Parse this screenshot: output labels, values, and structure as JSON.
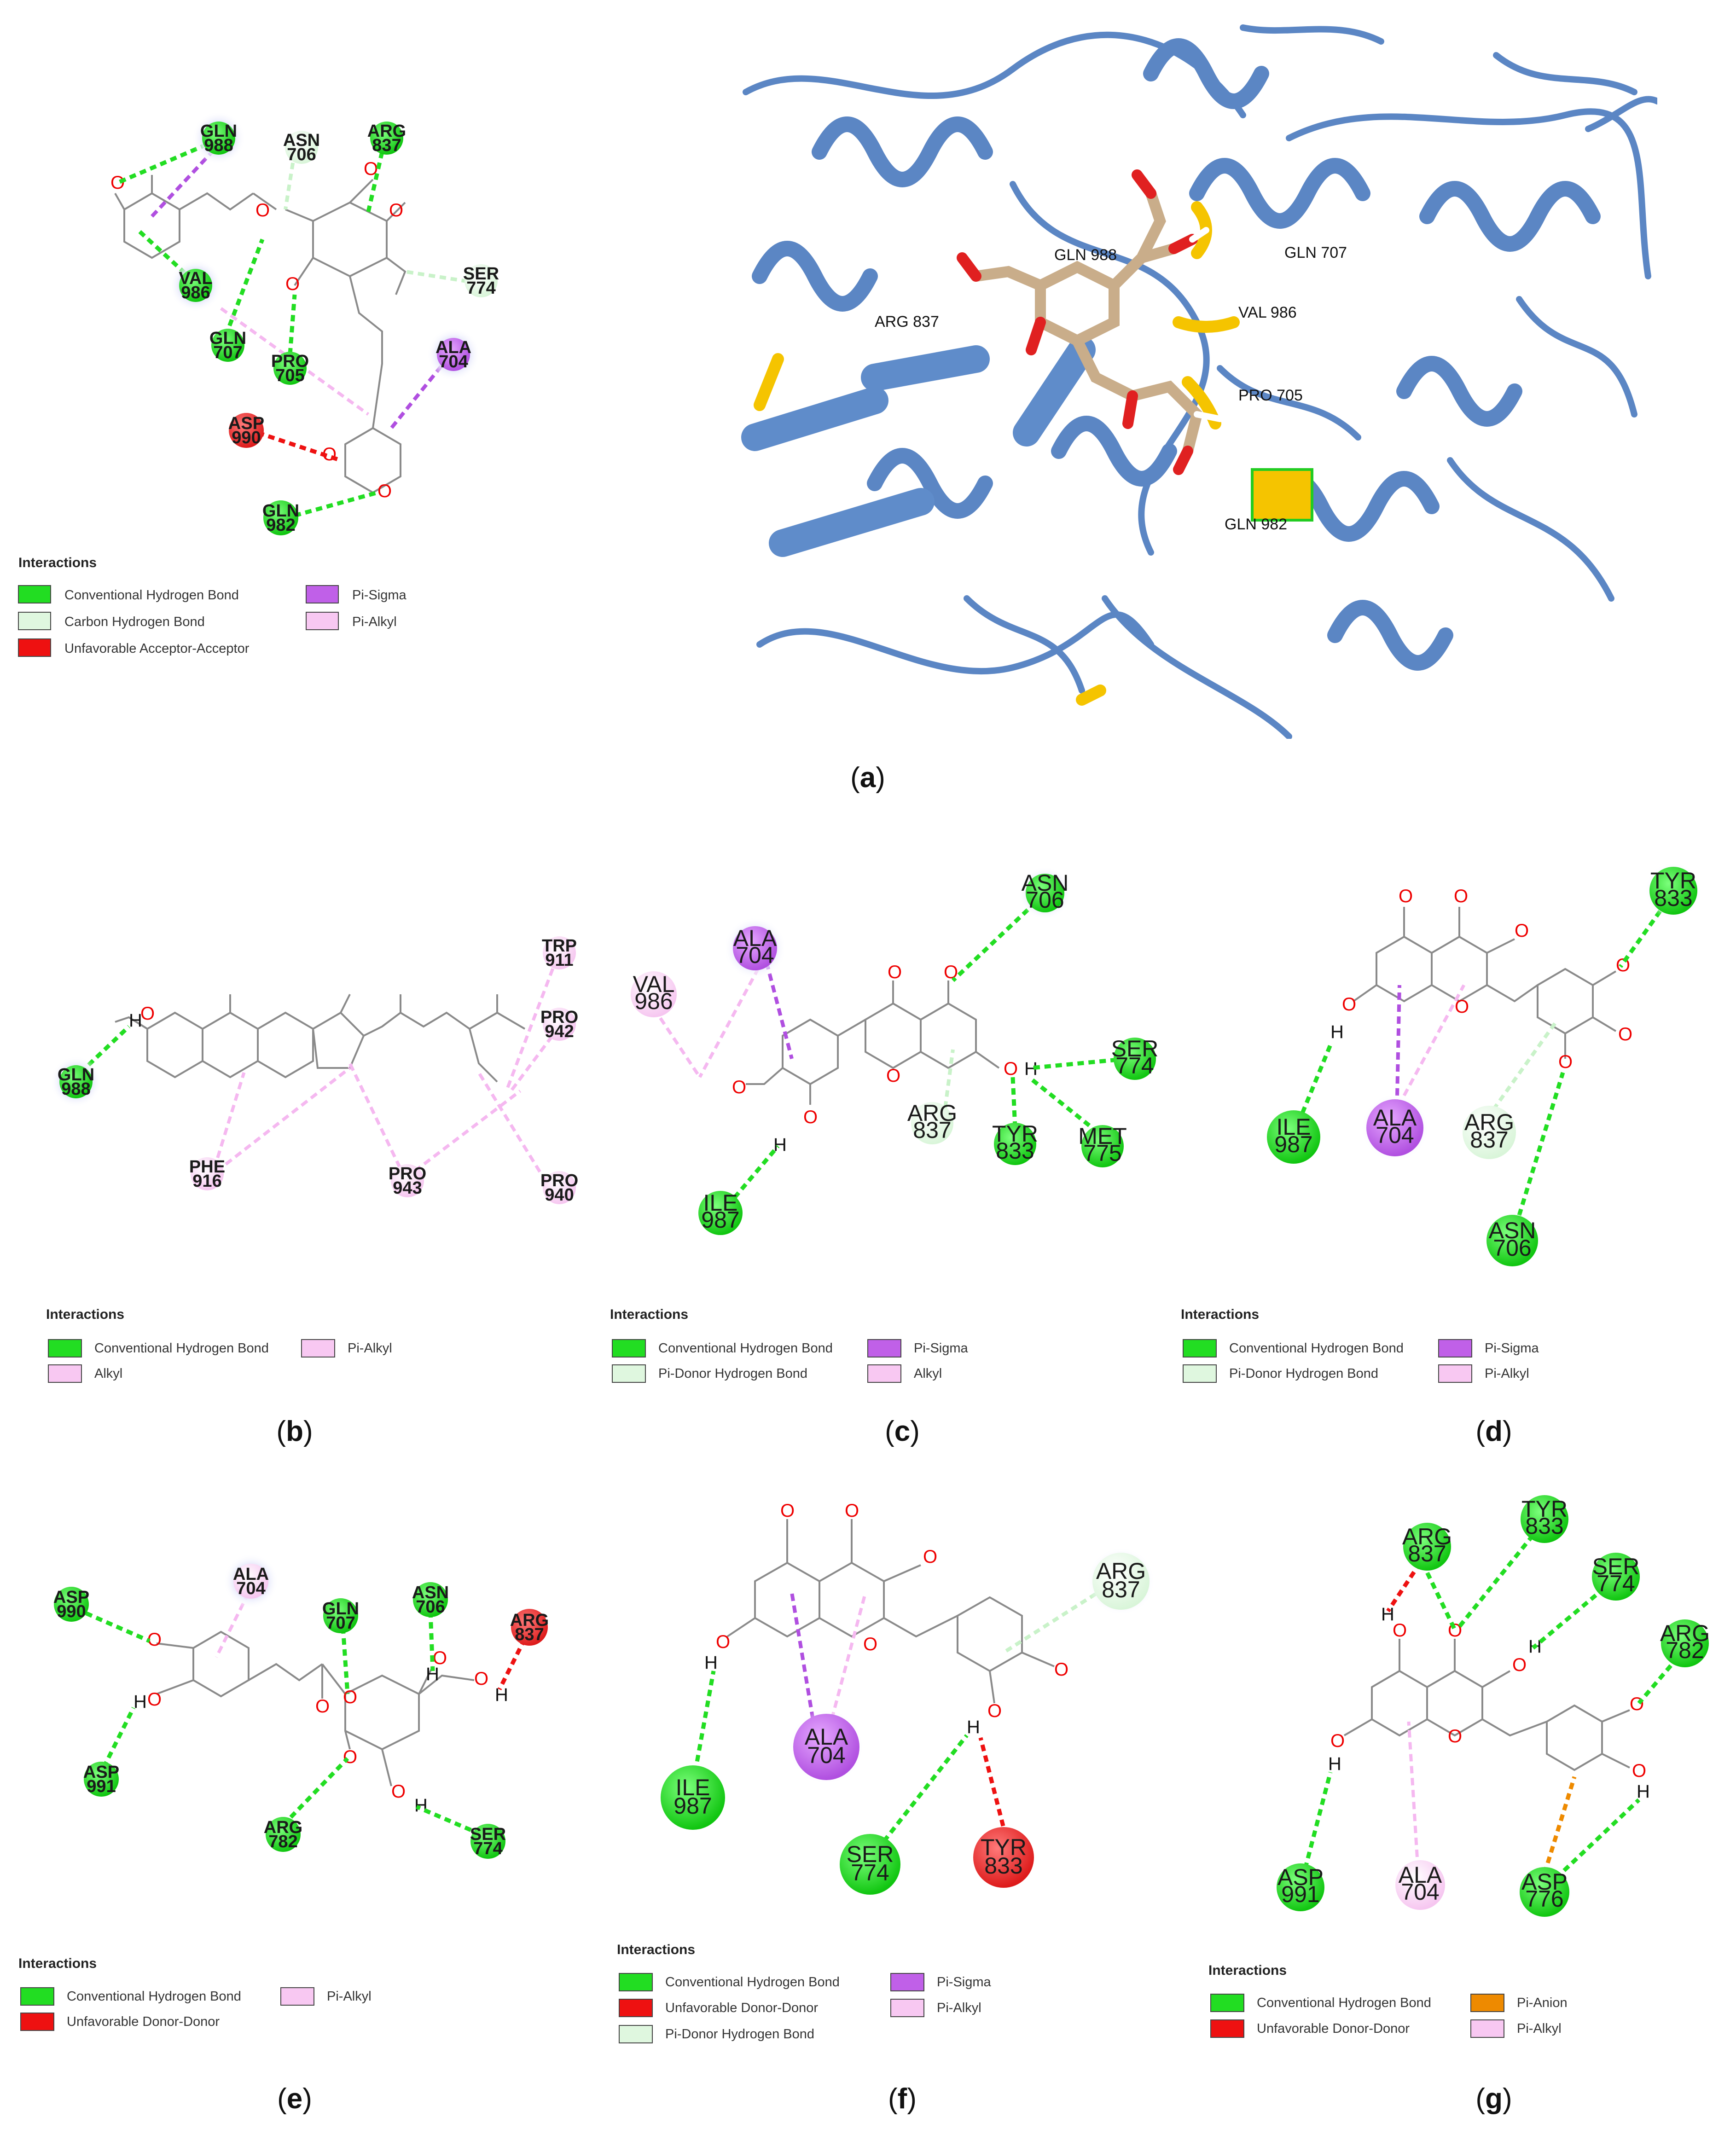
{
  "panels": {
    "a": {
      "caption": "a",
      "residues": [
        {
          "name": "GLN",
          "num": "988"
        },
        {
          "name": "ASN",
          "num": "706"
        },
        {
          "name": "ARG",
          "num": "837"
        },
        {
          "name": "SER",
          "num": "774"
        },
        {
          "name": "VAL",
          "num": "986"
        },
        {
          "name": "GLN",
          "num": "707"
        },
        {
          "name": "PRO",
          "num": "705"
        },
        {
          "name": "ALA",
          "num": "704"
        },
        {
          "name": "ASP",
          "num": "990"
        },
        {
          "name": "GLN",
          "num": "982"
        }
      ],
      "legend": {
        "title": "Interactions",
        "items": [
          {
            "label": "Conventional Hydrogen Bond",
            "color": "#22dd22"
          },
          {
            "label": "Carbon Hydrogen Bond",
            "color": "#dff7df"
          },
          {
            "label": "Unfavorable Acceptor-Acceptor",
            "color": "#ee1111"
          },
          {
            "label": "Pi-Sigma",
            "color": "#c060e8"
          },
          {
            "label": "Pi-Alkyl",
            "color": "#f8c8f2"
          }
        ]
      },
      "protein_labels": [
        "GLN 988",
        "GLN 707",
        "ARG 837",
        "VAL 986",
        "PRO 705",
        "GLN 982"
      ]
    },
    "b": {
      "caption": "b",
      "residues": [
        {
          "name": "GLN",
          "num": "988"
        },
        {
          "name": "TRP",
          "num": "911"
        },
        {
          "name": "PRO",
          "num": "942"
        },
        {
          "name": "PHE",
          "num": "916"
        },
        {
          "name": "PRO",
          "num": "943"
        },
        {
          "name": "PRO",
          "num": "940"
        }
      ],
      "legend": {
        "title": "Interactions",
        "items": [
          {
            "label": "Conventional Hydrogen Bond",
            "color": "#22dd22"
          },
          {
            "label": "Alkyl",
            "color": "#f8c8f2"
          },
          {
            "label": "Pi-Alkyl",
            "color": "#f8c8f2"
          }
        ]
      }
    },
    "c": {
      "caption": "c",
      "residues": [
        {
          "name": "ASN",
          "num": "706"
        },
        {
          "name": "ALA",
          "num": "704"
        },
        {
          "name": "VAL",
          "num": "986"
        },
        {
          "name": "SER",
          "num": "774"
        },
        {
          "name": "ARG",
          "num": "837"
        },
        {
          "name": "TYR",
          "num": "833"
        },
        {
          "name": "MET",
          "num": "775"
        },
        {
          "name": "ILE",
          "num": "987"
        }
      ],
      "legend": {
        "title": "Interactions",
        "items": [
          {
            "label": "Conventional Hydrogen Bond",
            "color": "#22dd22"
          },
          {
            "label": "Pi-Donor Hydrogen Bond",
            "color": "#dff7df"
          },
          {
            "label": "Pi-Sigma",
            "color": "#c060e8"
          },
          {
            "label": "Alkyl",
            "color": "#f8c8f2"
          }
        ]
      }
    },
    "d": {
      "caption": "d",
      "residues": [
        {
          "name": "TYR",
          "num": "833"
        },
        {
          "name": "ILE",
          "num": "987"
        },
        {
          "name": "ALA",
          "num": "704"
        },
        {
          "name": "ARG",
          "num": "837"
        },
        {
          "name": "ASN",
          "num": "706"
        }
      ],
      "legend": {
        "title": "Interactions",
        "items": [
          {
            "label": "Conventional Hydrogen Bond",
            "color": "#22dd22"
          },
          {
            "label": "Pi-Donor Hydrogen Bond",
            "color": "#dff7df"
          },
          {
            "label": "Pi-Sigma",
            "color": "#c060e8"
          },
          {
            "label": "Pi-Alkyl",
            "color": "#f8c8f2"
          }
        ]
      }
    },
    "e": {
      "caption": "e",
      "residues": [
        {
          "name": "ASP",
          "num": "990"
        },
        {
          "name": "ALA",
          "num": "704"
        },
        {
          "name": "GLN",
          "num": "707"
        },
        {
          "name": "ASN",
          "num": "706"
        },
        {
          "name": "ARG",
          "num": "837"
        },
        {
          "name": "ASP",
          "num": "991"
        },
        {
          "name": "ARG",
          "num": "782"
        },
        {
          "name": "SER",
          "num": "774"
        }
      ],
      "legend": {
        "title": "Interactions",
        "items": [
          {
            "label": "Conventional Hydrogen Bond",
            "color": "#22dd22"
          },
          {
            "label": "Unfavorable Donor-Donor",
            "color": "#ee1111"
          },
          {
            "label": "Pi-Alkyl",
            "color": "#f8c8f2"
          }
        ]
      }
    },
    "f": {
      "caption": "f",
      "residues": [
        {
          "name": "ARG",
          "num": "837"
        },
        {
          "name": "ILE",
          "num": "987"
        },
        {
          "name": "ALA",
          "num": "704"
        },
        {
          "name": "SER",
          "num": "774"
        },
        {
          "name": "TYR",
          "num": "833"
        }
      ],
      "legend": {
        "title": "Interactions",
        "items": [
          {
            "label": "Conventional Hydrogen Bond",
            "color": "#22dd22"
          },
          {
            "label": "Unfavorable Donor-Donor",
            "color": "#ee1111"
          },
          {
            "label": "Pi-Donor Hydrogen Bond",
            "color": "#dff7df"
          },
          {
            "label": "Pi-Sigma",
            "color": "#c060e8"
          },
          {
            "label": "Pi-Alkyl",
            "color": "#f8c8f2"
          }
        ]
      }
    },
    "g": {
      "caption": "g",
      "residues": [
        {
          "name": "ARG",
          "num": "837"
        },
        {
          "name": "TYR",
          "num": "833"
        },
        {
          "name": "SER",
          "num": "774"
        },
        {
          "name": "ARG",
          "num": "782"
        },
        {
          "name": "ASP",
          "num": "991"
        },
        {
          "name": "ALA",
          "num": "704"
        },
        {
          "name": "ASP",
          "num": "776"
        }
      ],
      "legend": {
        "title": "Interactions",
        "items": [
          {
            "label": "Conventional Hydrogen Bond",
            "color": "#22dd22"
          },
          {
            "label": "Unfavorable Donor-Donor",
            "color": "#ee1111"
          },
          {
            "label": "Pi-Anion",
            "color": "#ee8a00"
          },
          {
            "label": "Pi-Alkyl",
            "color": "#f8c8f2"
          }
        ]
      }
    }
  },
  "colors": {
    "hbond": "#22dd22",
    "carbon_hbond": "#c9f2c9",
    "pi_sigma": "#b04fe0",
    "pi_alkyl": "#f5b8f0",
    "unfavorable": "#ee1111",
    "pi_anion": "#ee8a00",
    "protein_ribbon": "#5b86c4"
  }
}
